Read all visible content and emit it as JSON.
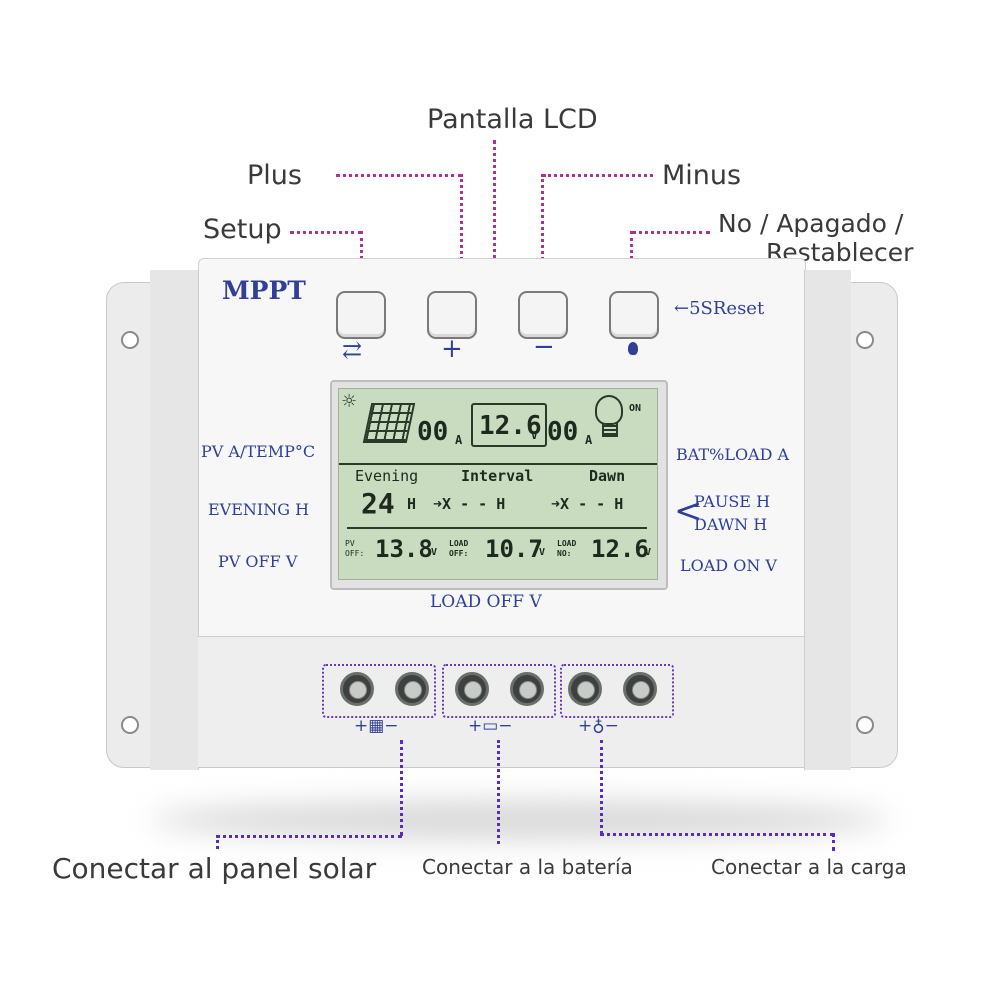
{
  "callouts": {
    "lcd": "Pantalla LCD",
    "plus": "Plus",
    "minus": "Minus",
    "setup": "Setup",
    "off_reset_line1": "No / Apagado /",
    "off_reset_line2": "Restablecer",
    "solar": "Conectar al panel solar",
    "battery": "Conectar a la batería",
    "load": "Conectar a la carga"
  },
  "device": {
    "brand": "MPPT",
    "reset_label": "←5SReset",
    "button_symbols": [
      "⇄",
      "+",
      "−",
      "💡"
    ],
    "left_labels": [
      "PV A/TEMP°C",
      "EVENING H",
      "PV OFF V"
    ],
    "right_labels": [
      "BAT%LOAD A",
      "PAUSE H",
      "DAWN H",
      "LOAD ON V"
    ],
    "bottom_label": "LOAD OFF V",
    "terminal_symbols": [
      "+▦−",
      "+▭−",
      "+♁−"
    ]
  },
  "lcd": {
    "pv_current": "00",
    "pv_unit": "A",
    "battery_voltage": "12.6",
    "battery_unit": "V",
    "load_current": "00",
    "load_unit": "A",
    "on_label": "ON",
    "evening_label": "Evening",
    "interval_label": "Interval",
    "dawn_label": "Dawn",
    "evening_value": "24",
    "hours_unit": "H",
    "interval_value": "➜X - - H",
    "dawn_value": "➜X - - H",
    "pv_off_label": "PV OFF:",
    "pv_off_value": "13.8",
    "load_off_label": "LOAD OFF:",
    "load_off_value": "10.7",
    "load_no_label": "LOAD NO:",
    "load_no_value": "12.6",
    "volt_unit": "V"
  },
  "colors": {
    "callout_dots": "#b0309a",
    "terminal_dots": "#5a2bbf",
    "panel_text": "#2f3f9a",
    "lcd_background": "#c9dcc0"
  }
}
